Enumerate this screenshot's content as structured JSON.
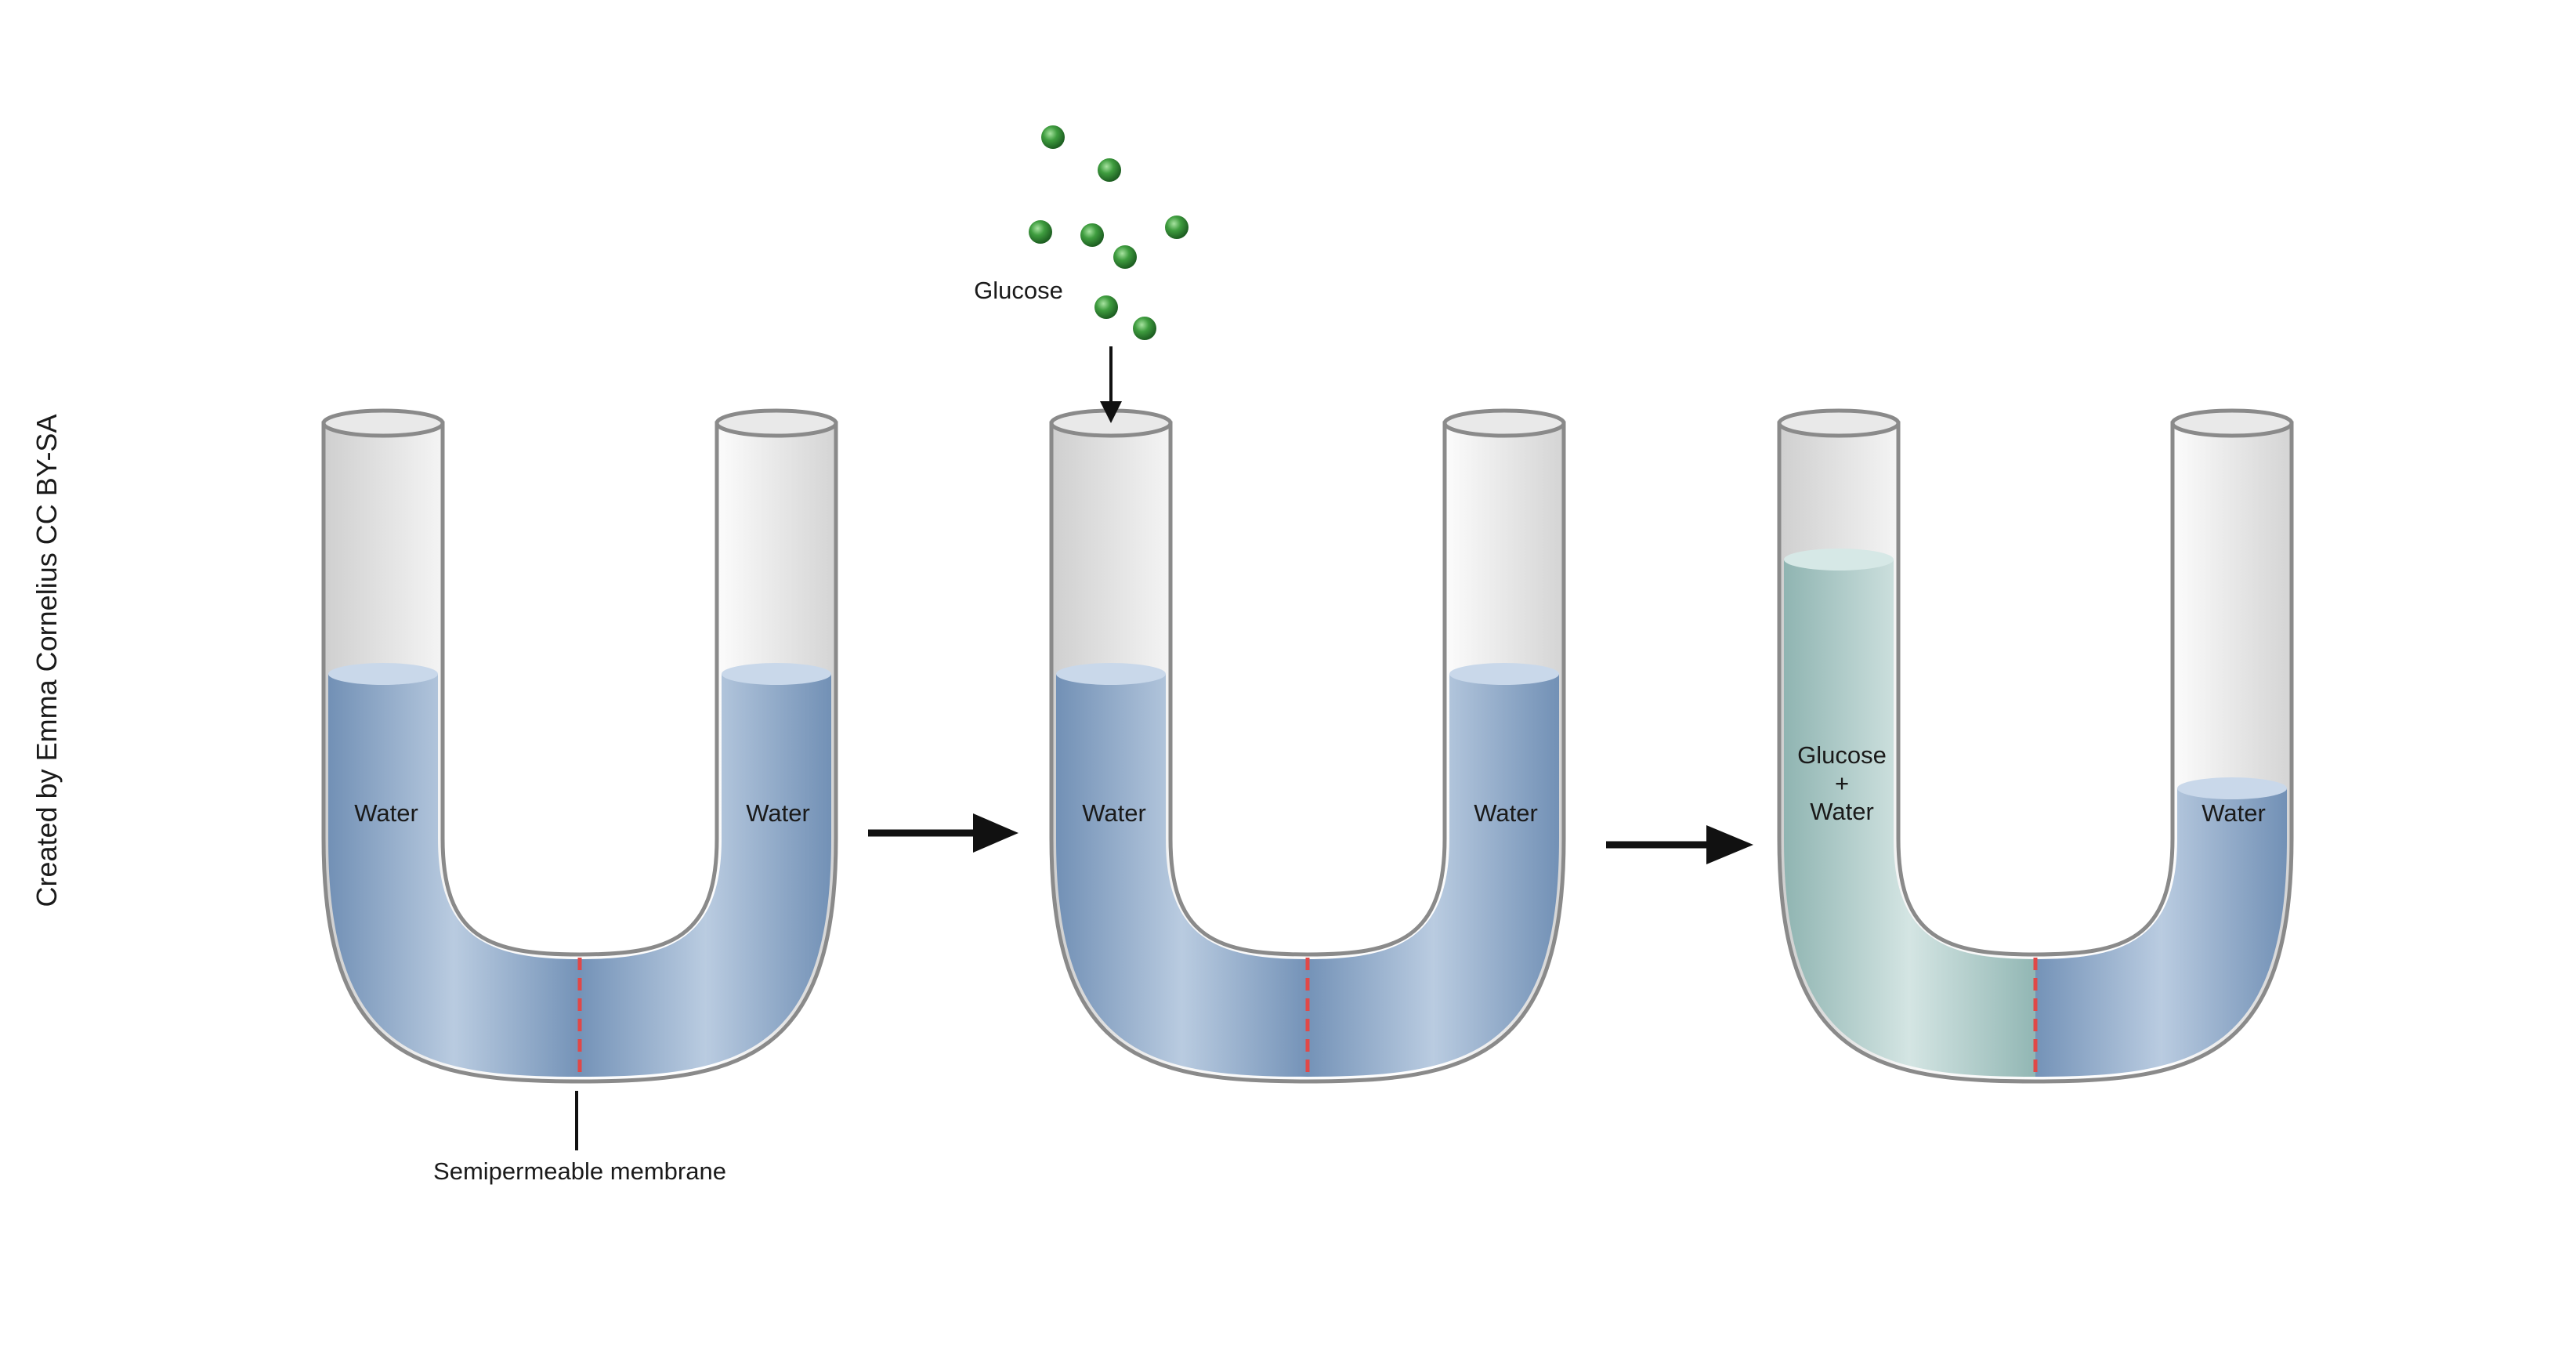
{
  "credit": "Created by Emma Cornelius CC BY-SA",
  "colors": {
    "water": "#6f8fb6",
    "water_light": "#b4c8de",
    "glucose_solution": "#8fb5b3",
    "glucose_solution_light": "#cfe2e0",
    "tube_outline": "#8a8a8a",
    "membrane": "#e04848",
    "molecule": "#2f8f33",
    "arrow": "#111111"
  },
  "labels": {
    "glucose": "Glucose",
    "membrane": "Semipermeable membrane"
  },
  "tubes": [
    {
      "id": "stage-1",
      "left_label": [
        "Water"
      ],
      "right_label": [
        "Water"
      ],
      "left_fill": "water",
      "left_level": 0.5,
      "right_level": 0.5
    },
    {
      "id": "stage-2",
      "left_label": [
        "Water"
      ],
      "right_label": [
        "Water"
      ],
      "left_fill": "water",
      "left_level": 0.5,
      "right_level": 0.5
    },
    {
      "id": "stage-3",
      "left_label": [
        "Glucose",
        "+",
        "Water"
      ],
      "right_label": [
        "Water"
      ],
      "left_fill": "glucose",
      "left_level": 0.7,
      "right_level": 0.3
    }
  ],
  "glucose_molecule_count": 8
}
